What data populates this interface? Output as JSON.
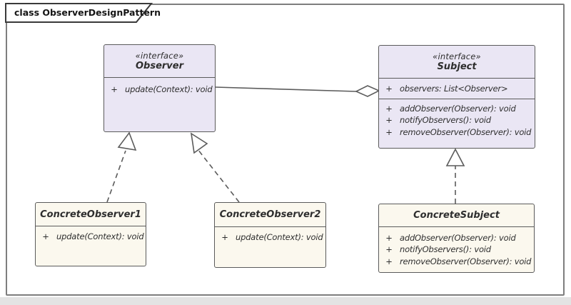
{
  "frame": {
    "title": "class ObserverDesignPattern"
  },
  "colors": {
    "interface_fill": "#EAE6F4",
    "concrete_fill": "#FBF8EE",
    "box_stroke": "#5B5B5B",
    "frame_stroke": "#7E7E7E",
    "text": "#2E2E2E"
  },
  "classes": {
    "observer": {
      "stereotype": "«interface»",
      "name": "Observer",
      "methods": [
        {
          "vis": "+",
          "sig": "update(Context): void"
        }
      ]
    },
    "subject": {
      "stereotype": "«interface»",
      "name": "Subject",
      "attributes": [
        {
          "vis": "+",
          "sig": "observers: List<Observer>"
        }
      ],
      "methods": [
        {
          "vis": "+",
          "sig": "addObserver(Observer): void"
        },
        {
          "vis": "+",
          "sig": "notifyObservers(): void"
        },
        {
          "vis": "+",
          "sig": "removeObserver(Observer): void"
        }
      ]
    },
    "concrete_observer1": {
      "name": "ConcreteObserver1",
      "methods": [
        {
          "vis": "+",
          "sig": "update(Context): void"
        }
      ]
    },
    "concrete_observer2": {
      "name": "ConcreteObserver2",
      "methods": [
        {
          "vis": "+",
          "sig": "update(Context): void"
        }
      ]
    },
    "concrete_subject": {
      "name": "ConcreteSubject",
      "methods": [
        {
          "vis": "+",
          "sig": "addObserver(Observer): void"
        },
        {
          "vis": "+",
          "sig": "notifyObservers(): void"
        },
        {
          "vis": "+",
          "sig": "removeObserver(Observer): void"
        }
      ]
    }
  },
  "relations": [
    {
      "type": "aggregation",
      "from": "Subject",
      "to": "Observer"
    },
    {
      "type": "realization",
      "from": "ConcreteObserver1",
      "to": "Observer"
    },
    {
      "type": "realization",
      "from": "ConcreteObserver2",
      "to": "Observer"
    },
    {
      "type": "realization",
      "from": "ConcreteSubject",
      "to": "Subject"
    }
  ]
}
